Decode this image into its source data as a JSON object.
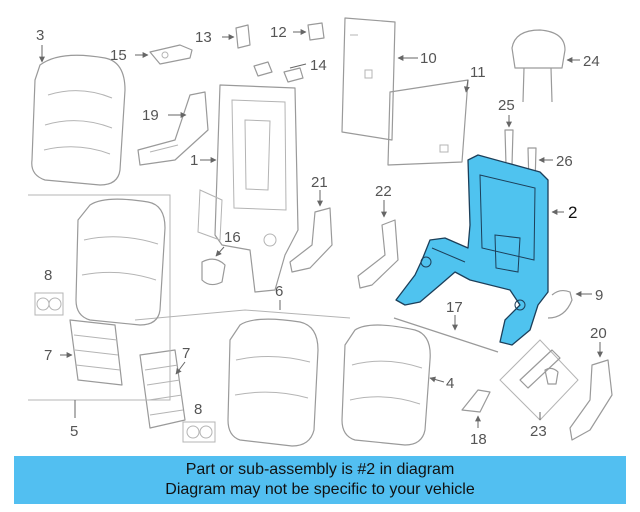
{
  "labels": {
    "l1": "1",
    "l2": "2",
    "l3": "3",
    "l4": "4",
    "l5": "5",
    "l6": "6",
    "l7a": "7",
    "l7b": "7",
    "l8a": "8",
    "l8b": "8",
    "l9": "9",
    "l10": "10",
    "l11": "11",
    "l12": "12",
    "l13": "13",
    "l14": "14",
    "l15": "15",
    "l16": "16",
    "l17": "17",
    "l18": "18",
    "l19": "19",
    "l20": "20",
    "l21": "21",
    "l22": "22",
    "l23": "23",
    "l24": "24",
    "l25": "25",
    "l26": "26"
  },
  "highlight_color": "#4fc3ef",
  "banner": {
    "line1": "Part or sub-assembly is #2 in diagram",
    "line2": "Diagram may not be specific to your vehicle",
    "color": "#52bff1"
  }
}
